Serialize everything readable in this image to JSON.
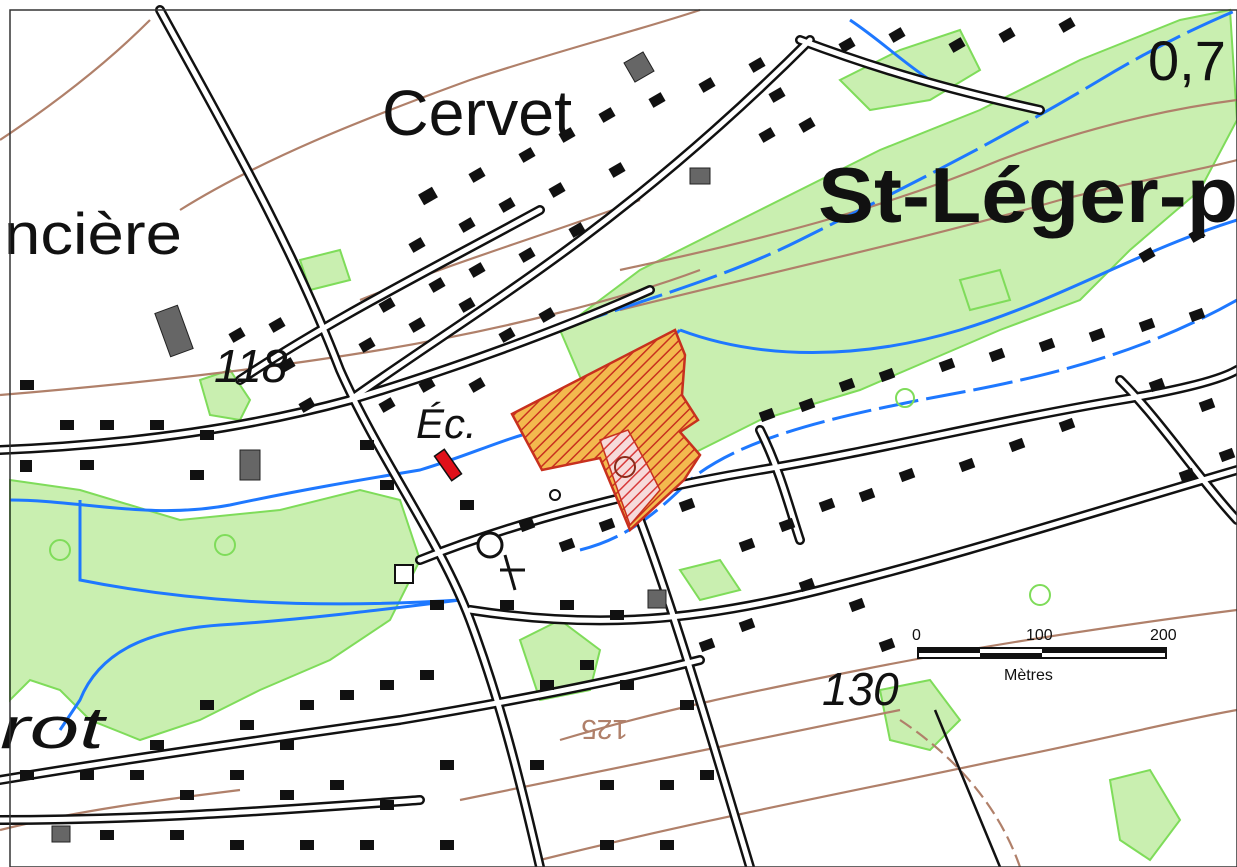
{
  "labels": {
    "place_main": "St-Léger-p",
    "place_cervet": "Cervet",
    "place_partial_left": "ncière",
    "place_partial_bottom": "rot",
    "abbr_school": "Éc.",
    "elevation_118": "118",
    "elevation_130": "130",
    "contour_125": "125",
    "corner_value": "0,7"
  },
  "scale_bar": {
    "ticks": [
      "0",
      "100",
      "200"
    ],
    "unit": "Mètres"
  },
  "colors": {
    "vegetation": "#c9efb0",
    "vegetation_edge": "#7fdc5a",
    "water": "#1e78ff",
    "contour": "#b0806a",
    "road": "#111111",
    "parcel_fill": "#f0b04a",
    "parcel_hatch": "#c8301e",
    "highlight": "#e0101a"
  }
}
